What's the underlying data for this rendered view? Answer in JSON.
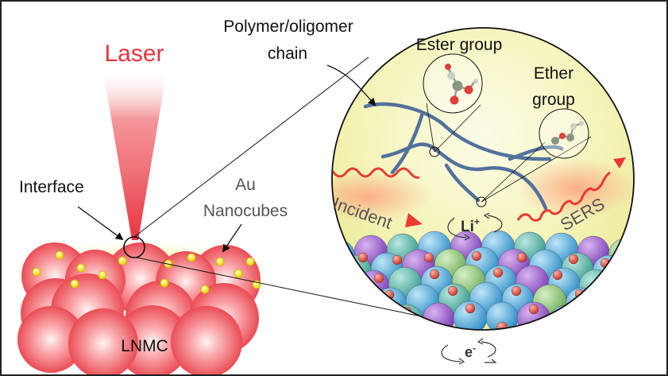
{
  "labels": {
    "laser": "Laser",
    "interface": "Interface",
    "au_line1": "Au",
    "au_line2": "Nanocubes",
    "lnmc": "LNMC",
    "polymer_line1": "Polymer/oligomer",
    "polymer_line2": "chain",
    "ester": "Ester group",
    "ether_line1": "Ether",
    "ether_line2": "group",
    "incident": "Incident",
    "sers": "SERS",
    "li_ion": "Li",
    "li_charge": "+",
    "electron": "e",
    "electron_charge": "-"
  },
  "colors": {
    "laser": "#e8333f",
    "label_gray": "#555555",
    "chain": "#3f5f8f",
    "sphere_red": "#f2686e",
    "au_yellow": "#f3e832",
    "inset_glow": "#f7f6c8",
    "wave": "#e83a2f"
  }
}
